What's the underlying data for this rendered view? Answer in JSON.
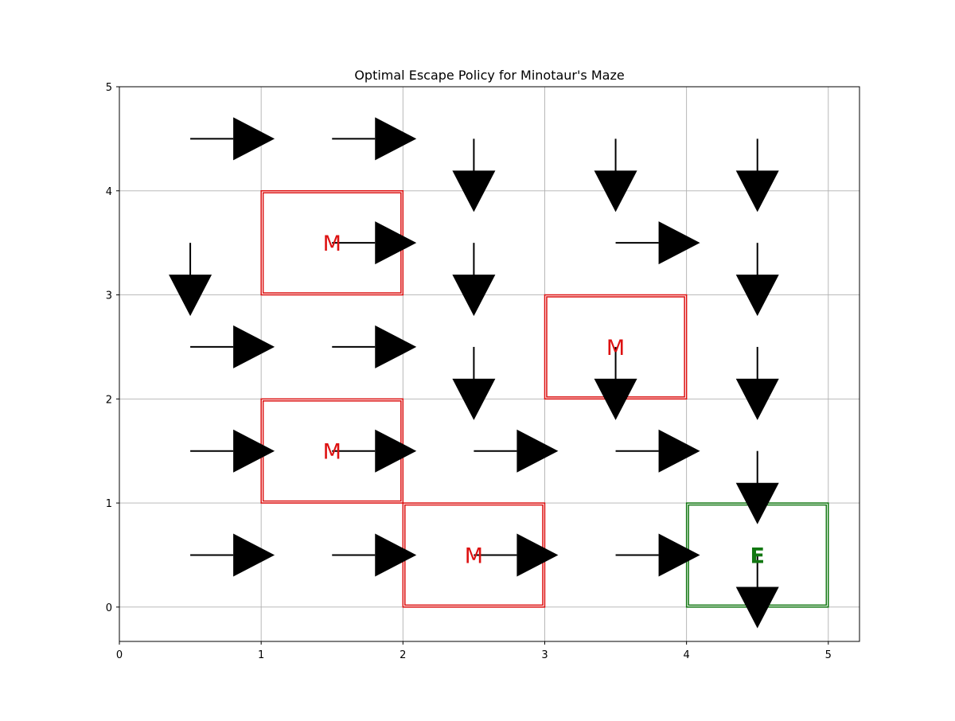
{
  "chart_data": {
    "type": "quiver",
    "title": "Optimal Escape Policy for Minotaur's Maze",
    "xlabel": "",
    "ylabel": "",
    "xlim": [
      0,
      5.22
    ],
    "ylim": [
      -0.33,
      5
    ],
    "x_ticks": [
      "0",
      "1",
      "2",
      "3",
      "4",
      "5"
    ],
    "y_ticks": [
      "0",
      "1",
      "2",
      "3",
      "4",
      "5"
    ],
    "grid": true,
    "colors": {
      "minotaur": "#dd1111",
      "exit": "#117711",
      "arrow": "#000000",
      "grid": "#b0b0b0"
    },
    "arrows": [
      {
        "x": 0.5,
        "y": 4.5,
        "dir": "right"
      },
      {
        "x": 1.5,
        "y": 4.5,
        "dir": "right"
      },
      {
        "x": 2.5,
        "y": 4.5,
        "dir": "down"
      },
      {
        "x": 3.5,
        "y": 4.5,
        "dir": "down"
      },
      {
        "x": 4.5,
        "y": 4.5,
        "dir": "down"
      },
      {
        "x": 0.5,
        "y": 3.5,
        "dir": "down"
      },
      {
        "x": 1.5,
        "y": 3.5,
        "dir": "right"
      },
      {
        "x": 2.5,
        "y": 3.5,
        "dir": "down"
      },
      {
        "x": 3.5,
        "y": 3.5,
        "dir": "right"
      },
      {
        "x": 4.5,
        "y": 3.5,
        "dir": "down"
      },
      {
        "x": 0.5,
        "y": 2.5,
        "dir": "right"
      },
      {
        "x": 1.5,
        "y": 2.5,
        "dir": "right"
      },
      {
        "x": 2.5,
        "y": 2.5,
        "dir": "down"
      },
      {
        "x": 3.5,
        "y": 2.5,
        "dir": "down"
      },
      {
        "x": 4.5,
        "y": 2.5,
        "dir": "down"
      },
      {
        "x": 0.5,
        "y": 1.5,
        "dir": "right"
      },
      {
        "x": 1.5,
        "y": 1.5,
        "dir": "right"
      },
      {
        "x": 2.5,
        "y": 1.5,
        "dir": "right"
      },
      {
        "x": 3.5,
        "y": 1.5,
        "dir": "right"
      },
      {
        "x": 4.5,
        "y": 1.5,
        "dir": "down"
      },
      {
        "x": 0.5,
        "y": 0.5,
        "dir": "right"
      },
      {
        "x": 1.5,
        "y": 0.5,
        "dir": "right"
      },
      {
        "x": 2.5,
        "y": 0.5,
        "dir": "right"
      },
      {
        "x": 3.5,
        "y": 0.5,
        "dir": "right"
      },
      {
        "x": 4.5,
        "y": 0.5,
        "dir": "down"
      }
    ],
    "minotaur_cells": [
      {
        "x": 1,
        "y": 3,
        "label": "M"
      },
      {
        "x": 3,
        "y": 2,
        "label": "M"
      },
      {
        "x": 1,
        "y": 1,
        "label": "M"
      },
      {
        "x": 2,
        "y": 0,
        "label": "M"
      }
    ],
    "exit_cell": {
      "x": 4,
      "y": 0,
      "label": "E"
    }
  }
}
